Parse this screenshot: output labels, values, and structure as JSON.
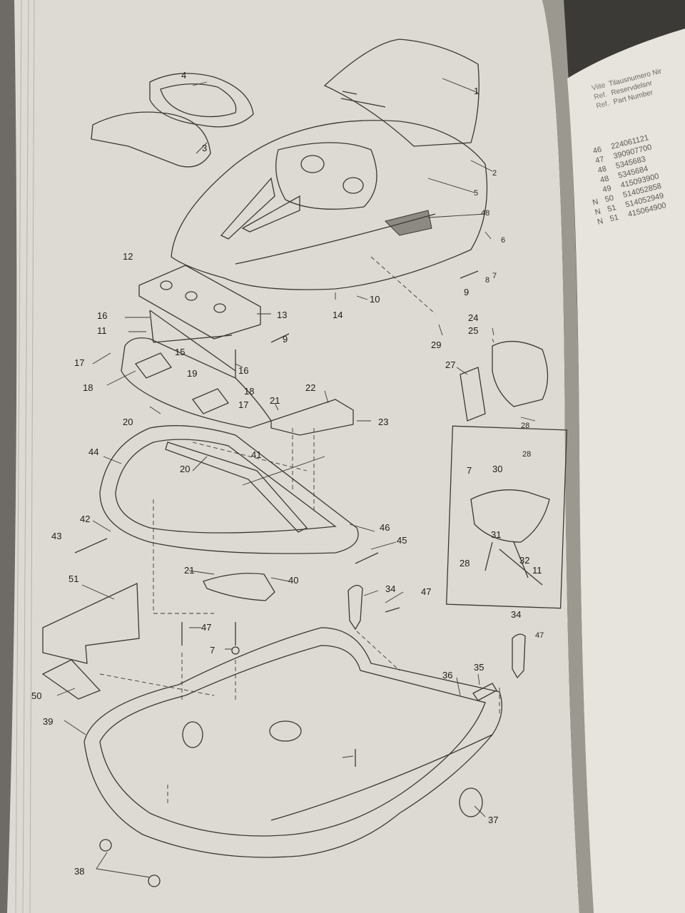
{
  "page": {
    "background_color": "#3c3a37",
    "paper_color": "#dcdad2",
    "ink_color": "#2b2a27"
  },
  "diagram": {
    "callouts": [
      {
        "id": "c1",
        "label": "1"
      },
      {
        "id": "c2",
        "label": "2"
      },
      {
        "id": "c3",
        "label": "3"
      },
      {
        "id": "c4",
        "label": "4"
      },
      {
        "id": "c5",
        "label": "5"
      },
      {
        "id": "c6",
        "label": "6"
      },
      {
        "id": "c7a",
        "label": "7"
      },
      {
        "id": "c8",
        "label": "8"
      },
      {
        "id": "c9a",
        "label": "9"
      },
      {
        "id": "c10",
        "label": "10"
      },
      {
        "id": "c12",
        "label": "12"
      },
      {
        "id": "c13",
        "label": "13"
      },
      {
        "id": "c14",
        "label": "14"
      },
      {
        "id": "c16a",
        "label": "16"
      },
      {
        "id": "c11a",
        "label": "11"
      },
      {
        "id": "c9b",
        "label": "9"
      },
      {
        "id": "c15",
        "label": "15"
      },
      {
        "id": "c17a",
        "label": "17"
      },
      {
        "id": "c16b",
        "label": "16"
      },
      {
        "id": "c18a",
        "label": "18"
      },
      {
        "id": "c19",
        "label": "19"
      },
      {
        "id": "c18b",
        "label": "18"
      },
      {
        "id": "c17b",
        "label": "17"
      },
      {
        "id": "c20a",
        "label": "20"
      },
      {
        "id": "c21a",
        "label": "21"
      },
      {
        "id": "c22",
        "label": "22"
      },
      {
        "id": "c23",
        "label": "23"
      },
      {
        "id": "c44",
        "label": "44"
      },
      {
        "id": "c20b",
        "label": "20"
      },
      {
        "id": "c41",
        "label": "41"
      },
      {
        "id": "c42",
        "label": "42"
      },
      {
        "id": "c43",
        "label": "43"
      },
      {
        "id": "c46",
        "label": "46"
      },
      {
        "id": "c45",
        "label": "45"
      },
      {
        "id": "c21b",
        "label": "21"
      },
      {
        "id": "c40",
        "label": "40"
      },
      {
        "id": "c51",
        "label": "51"
      },
      {
        "id": "c34a",
        "label": "34"
      },
      {
        "id": "c47a",
        "label": "47"
      },
      {
        "id": "c47b",
        "label": "47"
      },
      {
        "id": "c7b",
        "label": "7"
      },
      {
        "id": "c50",
        "label": "50"
      },
      {
        "id": "c39",
        "label": "39"
      },
      {
        "id": "c36",
        "label": "36"
      },
      {
        "id": "c35",
        "label": "35"
      },
      {
        "id": "c34b",
        "label": "34"
      },
      {
        "id": "c47c",
        "label": "47"
      },
      {
        "id": "c37",
        "label": "37"
      },
      {
        "id": "c38",
        "label": "38"
      },
      {
        "id": "c24",
        "label": "24"
      },
      {
        "id": "c25",
        "label": "25"
      },
      {
        "id": "c29",
        "label": "29"
      },
      {
        "id": "c27",
        "label": "27"
      },
      {
        "id": "c28a",
        "label": "28"
      },
      {
        "id": "c7c",
        "label": "7"
      },
      {
        "id": "c30",
        "label": "30"
      },
      {
        "id": "c28b",
        "label": "28"
      },
      {
        "id": "c31",
        "label": "31"
      },
      {
        "id": "c32",
        "label": "32"
      },
      {
        "id": "c11b",
        "label": "11"
      },
      {
        "id": "c28c",
        "label": "28"
      },
      {
        "id": "c48",
        "label": "48"
      }
    ]
  },
  "table_header": {
    "rows": [
      {
        "label": "Viite",
        "text": "Tilausnumero"
      },
      {
        "label": "Ref.",
        "text": "Reservdelsnr"
      },
      {
        "label": "Ref.",
        "text": "Part Number"
      }
    ],
    "cut_off": "Nir"
  },
  "parts_table": {
    "rows": [
      {
        "mark": "",
        "ref": "46",
        "number": "224061121"
      },
      {
        "mark": "",
        "ref": "47",
        "number": "390907700"
      },
      {
        "mark": "",
        "ref": "48",
        "number": "5345683"
      },
      {
        "mark": "",
        "ref": "48",
        "number": "5345684"
      },
      {
        "mark": "",
        "ref": "49",
        "number": "415093900"
      },
      {
        "mark": "N",
        "ref": "50",
        "number": "514052858"
      },
      {
        "mark": "N",
        "ref": "51",
        "number": "514052949"
      },
      {
        "mark": "N",
        "ref": "51",
        "number": "415064900"
      }
    ]
  }
}
